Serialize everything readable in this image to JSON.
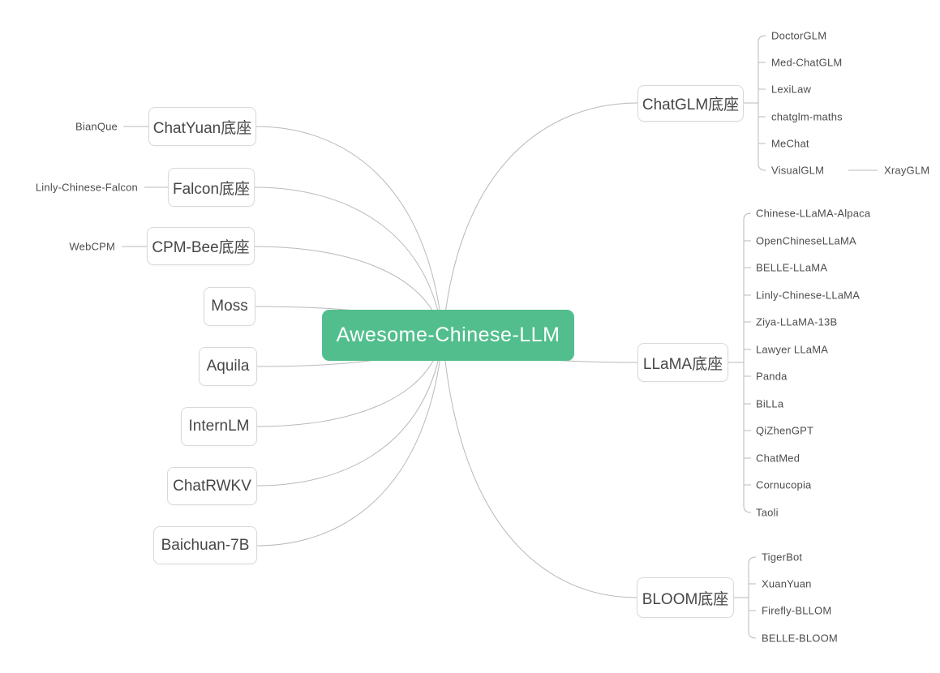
{
  "root": {
    "label": "Awesome-Chinese-LLM"
  },
  "left_branches": [
    {
      "label": "ChatYuan底座",
      "leaf": "BianQue"
    },
    {
      "label": "Falcon底座",
      "leaf": "Linly-Chinese-Falcon"
    },
    {
      "label": "CPM-Bee底座",
      "leaf": "WebCPM"
    },
    {
      "label": "Moss"
    },
    {
      "label": "Aquila"
    },
    {
      "label": "InternLM"
    },
    {
      "label": "ChatRWKV"
    },
    {
      "label": "Baichuan-7B"
    }
  ],
  "right_branches": [
    {
      "label": "ChatGLM底座",
      "children": [
        "DoctorGLM",
        "Med-ChatGLM",
        "LexiLaw",
        "chatglm-maths",
        "MeChat",
        "VisualGLM"
      ],
      "grandchildren": [
        {
          "parent": "VisualGLM",
          "label": "XrayGLM"
        }
      ]
    },
    {
      "label": "LLaMA底座",
      "children": [
        "Chinese-LLaMA-Alpaca",
        "OpenChineseLLaMA",
        "BELLE-LLaMA",
        "Linly-Chinese-LLaMA",
        "Ziya-LLaMA-13B",
        "Lawyer LLaMA",
        "Panda",
        "BiLLa",
        "QiZhenGPT",
        "ChatMed",
        "Cornucopia",
        "Taoli"
      ]
    },
    {
      "label": "BLOOM底座",
      "children": [
        "TigerBot",
        "XuanYuan",
        "Firefly-BLLOM",
        "BELLE-BLOOM"
      ]
    }
  ],
  "colors": {
    "root_bg": "#52be8d",
    "root_text": "#ffffff",
    "node_border": "#d9d9d9",
    "node_text": "#474747",
    "child_text": "#4d4d4d",
    "line": "#b9b9b9",
    "background": "#ffffff"
  }
}
